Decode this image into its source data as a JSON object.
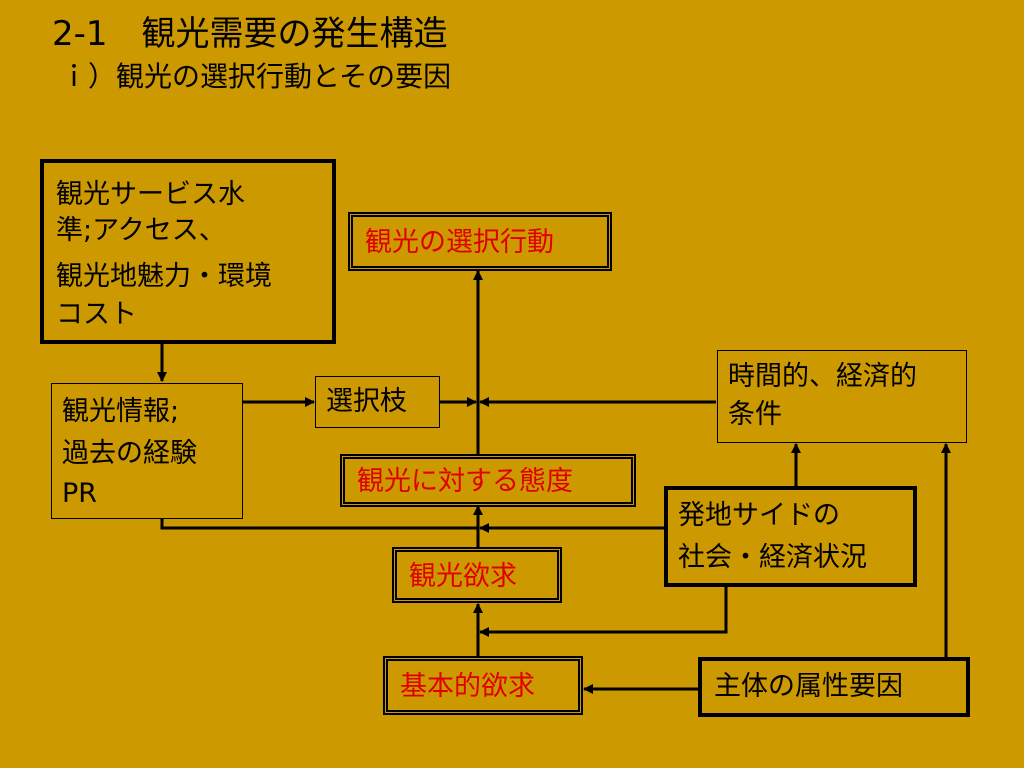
{
  "header": {
    "title": "2-1　観光需要の発生構造",
    "subtitle": "ｉ）観光の選択行動とその要因"
  },
  "nodes": {
    "service": [
      "観光サービス水",
      "準;アクセス、",
      "観光地魅力・環境",
      "コスト"
    ],
    "selection_behavior": "観光の選択行動",
    "info": [
      "観光情報;",
      "過去の経験",
      "PR"
    ],
    "choice": "選択枝",
    "time_econ": [
      "時間的、経済的",
      "条件"
    ],
    "attitude": "観光に対する態度",
    "origin_social": [
      "発地サイドの",
      "社会・経済状況"
    ],
    "desire": "観光欲求",
    "basic_desire": "基本的欲求",
    "attributes": "主体の属性要因"
  },
  "colors": {
    "background": "#CC9900",
    "highlight_text": "#E00000",
    "line": "#000000"
  }
}
